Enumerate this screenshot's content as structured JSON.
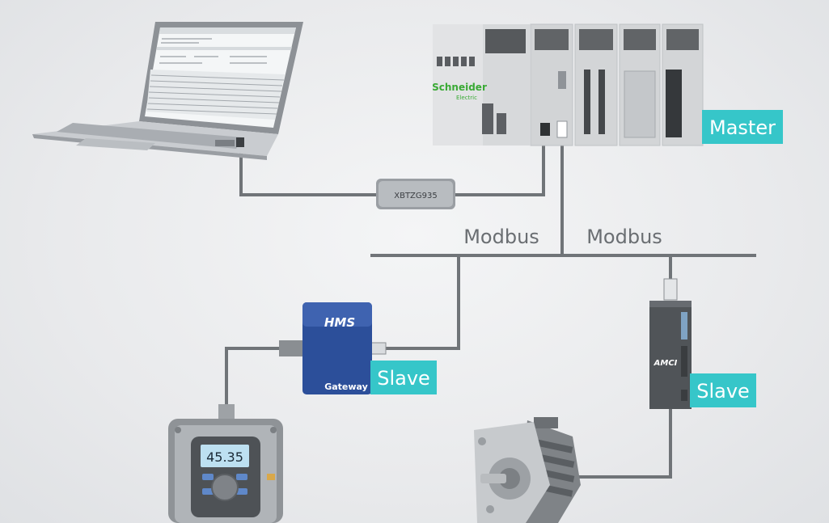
{
  "labels": {
    "master": "Master",
    "slave_gateway": "Slave",
    "slave_drive": "Slave",
    "modbus_left": "Modbus",
    "modbus_right": "Modbus"
  },
  "devices": {
    "cable_adapter": "XBTZG935",
    "plc_brand_line1": "Schneider",
    "plc_brand_line2": "Electric",
    "gateway_brand": "HMS",
    "gateway_caption": "Gateway",
    "drive_brand": "AMCI",
    "meter_display": "45.35"
  },
  "colors": {
    "accent": "#36c6c9",
    "line": "#707478",
    "gateway_blue": "#2c4f9a",
    "drive_dark": "#505458"
  }
}
